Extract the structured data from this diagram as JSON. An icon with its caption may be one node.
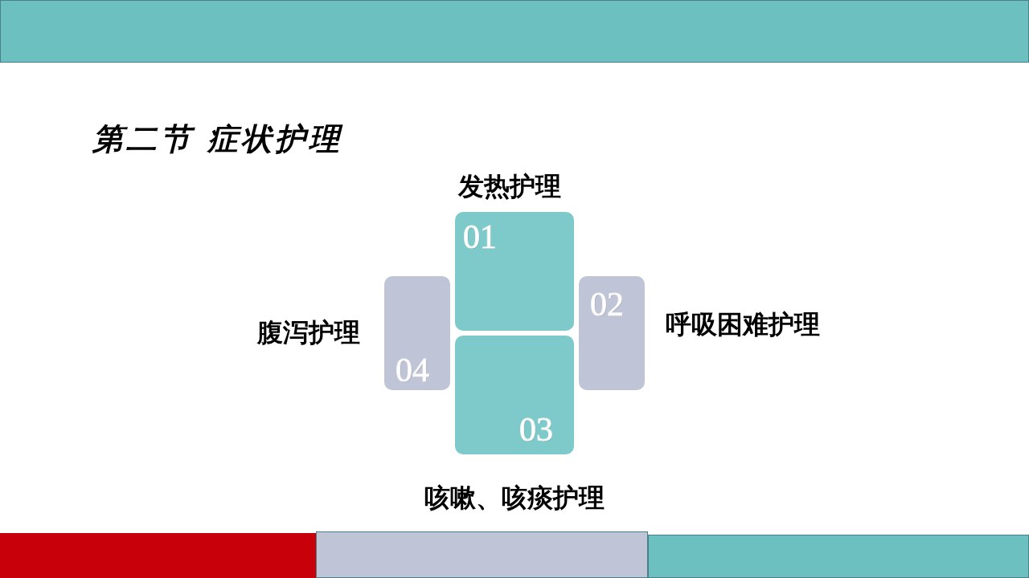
{
  "diagram": {
    "title": "第二节 症状护理",
    "nodes": [
      {
        "text": [
          "01"
        ],
        "beside": [
          "发热护理"
        ]
      },
      {
        "text": [
          "02"
        ],
        "beside": [
          "呼吸困难护理"
        ]
      },
      {
        "text": [
          "03"
        ],
        "beside": [
          "咳嗽、咳痰护理"
        ]
      },
      {
        "text": [
          "04"
        ],
        "beside": [
          "腹泻护理"
        ]
      }
    ],
    "edges": []
  }
}
